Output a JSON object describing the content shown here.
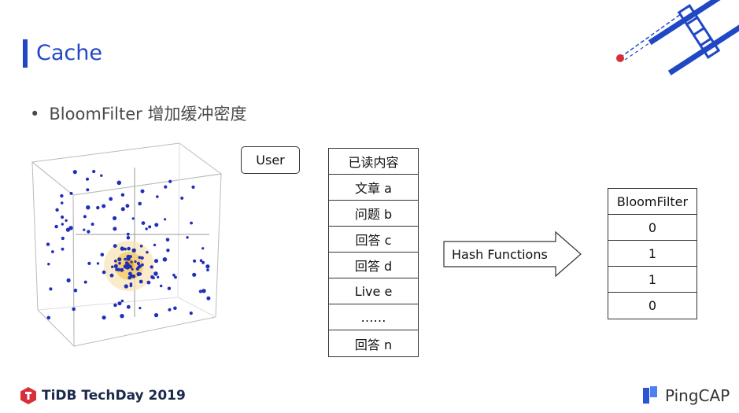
{
  "slide": {
    "title": "Cache",
    "bullet": "BloomFilter 增加缓冲密度",
    "bullet_marker": "•"
  },
  "diagram": {
    "user_label": "User",
    "read_table": [
      "已读内容",
      "文章 a",
      "问题 b",
      "回答 c",
      "回答 d",
      "Live e",
      "……",
      "回答 n"
    ],
    "arrow_label": "Hash Functions",
    "bloom_table": [
      "BloomFilter",
      "0",
      "1",
      "1",
      "0"
    ]
  },
  "footer": {
    "left_brand": "TiDB TechDay 2019",
    "right_brand": "PingCAP"
  },
  "colors": {
    "accent": "#2148c4",
    "dots": "#1f2fb8",
    "cluster": "#f3c24a",
    "logo_red": "#d8303a"
  }
}
